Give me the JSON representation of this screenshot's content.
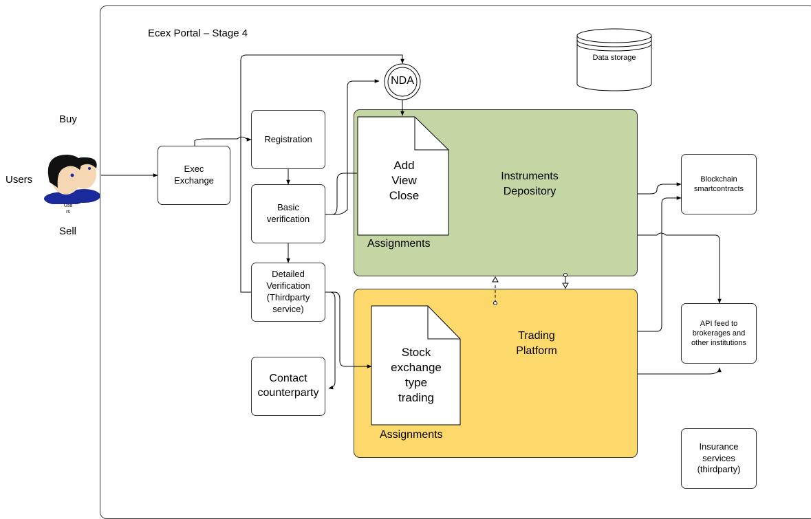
{
  "portal_title": "Ecex Portal – Stage 4",
  "users": {
    "buy": "Buy",
    "users_label": "Users",
    "sell": "Sell",
    "icon_caption": "Use\nrs"
  },
  "steps": {
    "exec_exchange": "Exec\nExchange",
    "registration": "Registration",
    "basic_verification": "Basic\nverification",
    "detailed_verification": "Detailed\nVerification\n(Thirdparty\nservice)",
    "contact_counterparty": "Contact\ncounterparty"
  },
  "nda": "NDA",
  "data_storage": "Data storage",
  "instruments": {
    "title": "Instruments\nDepository",
    "doc_text": "Add\nView\nClose",
    "assignments": "Assignments"
  },
  "trading": {
    "title": "Trading\nPlatform",
    "doc_text": "Stock\nexchange\ntype\ntrading",
    "assignments": "Assignments"
  },
  "external": {
    "blockchain": "Blockchain\nsmartcontracts",
    "api_feed": "API feed to\nbrokerages and\nother institutions",
    "insurance": "Insurance\nservices\n(thirdparty)"
  },
  "colors": {
    "instruments_fill": "#c5d6a5",
    "trading_fill": "#fdd86b",
    "stroke": "#333333"
  }
}
